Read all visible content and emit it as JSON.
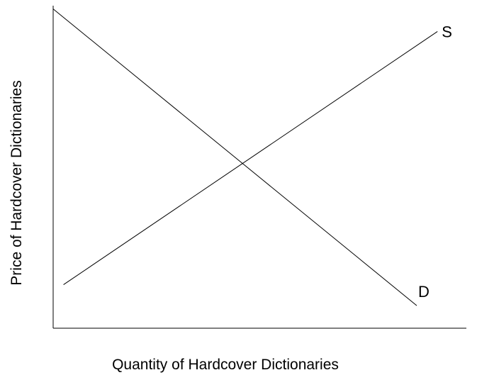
{
  "chart_data": {
    "type": "line",
    "title": "",
    "xlabel": "Quantity of Hardcover Dictionaries",
    "ylabel": "Price of Hardcover Dictionaries",
    "xlim": [
      0,
      100
    ],
    "ylim": [
      0,
      100
    ],
    "grid": false,
    "series": [
      {
        "name": "S",
        "x": [
          2.5,
          93
        ],
        "y": [
          13.5,
          92
        ]
      },
      {
        "name": "D",
        "x": [
          0,
          88
        ],
        "y": [
          99,
          7
        ]
      }
    ]
  }
}
